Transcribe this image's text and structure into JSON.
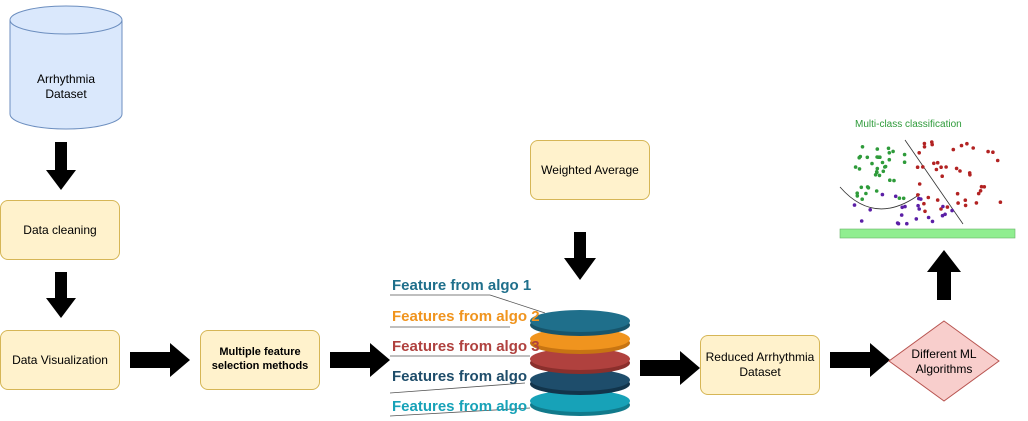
{
  "dataset": {
    "label": "Arrhythmia\nDataset"
  },
  "steps": {
    "cleaning": "Data cleaning",
    "visualization": "Data Visualization",
    "feature_selection": "Multiple feature\nselection methods",
    "weighted_average": "Weighted Average",
    "reduced_dataset": "Reduced Arrhythmia\nDataset",
    "ml_algorithms": "Different ML\nAlgorithms"
  },
  "features": [
    {
      "label": "Feature from algo 1",
      "color": "#1f6f8b"
    },
    {
      "label": "Features from algo 2",
      "color": "#f0941e"
    },
    {
      "label": "Features from algo 3",
      "color": "#b0413e"
    },
    {
      "label": "Features from algo",
      "color": "#1e4d6b"
    },
    {
      "label": "Features from algo",
      "color": "#17a2b8"
    }
  ],
  "classification": {
    "title": "Multi-class classification",
    "colors": {
      "green": "#2e9b3a",
      "red": "#b22222",
      "purple": "#5b1fa6",
      "bar": "#90ee90"
    }
  },
  "colors": {
    "box_fill": "#fff2cc",
    "box_border": "#d6b656",
    "cylinder_fill": "#dae8fc",
    "cylinder_border": "#6c8ebf",
    "diamond_fill": "#f8cecc",
    "diamond_border": "#b85450",
    "arrow": "#000000"
  }
}
